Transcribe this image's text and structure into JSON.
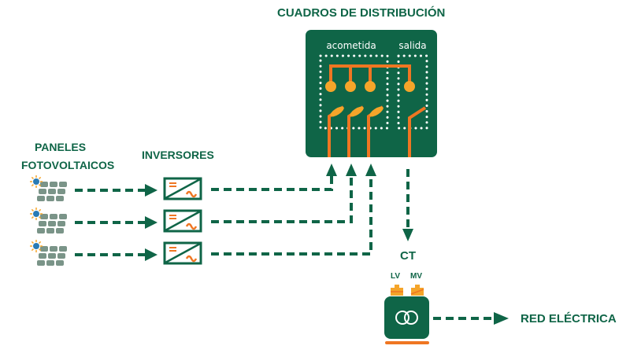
{
  "colors": {
    "green": "#0f6547",
    "orange": "#ef7622",
    "amber": "#f5a52a",
    "panel_gray": "#7a9488",
    "white": "#ffffff"
  },
  "titles": {
    "distribution": "CUADROS DE DISTRIBUCIÓN",
    "panels_line1": "PANELES",
    "panels_line2": "FOTOVOLTAICOS",
    "inverters": "INVERSORES",
    "ct": "CT",
    "lv": "LV",
    "mv": "MV",
    "grid": "RED ELÉCTRICA"
  },
  "board": {
    "section_in": "acometida",
    "section_out": "salida",
    "input_breakers": 3,
    "output_breakers": 1
  },
  "inverter_symbols": {
    "dc": "=",
    "ac": "~"
  },
  "rows": [
    {
      "panel": "solar-panel",
      "inverter": "inverter"
    },
    {
      "panel": "solar-panel",
      "inverter": "inverter"
    },
    {
      "panel": "solar-panel",
      "inverter": "inverter"
    }
  ]
}
